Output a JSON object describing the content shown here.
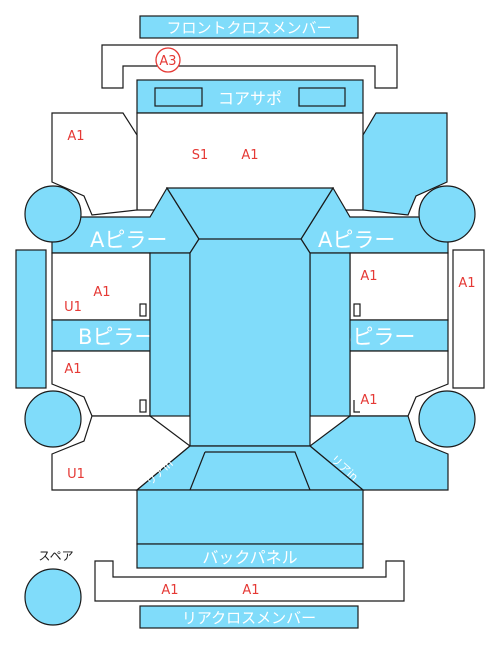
{
  "colors": {
    "part_fill": "#80dcfa",
    "stroke": "#1a1a1a",
    "damage_code": "#e53935",
    "part_label": "#ffffff"
  },
  "labels": {
    "front_cross_member": "フロントクロスメンバー",
    "core_support": "コアサポ",
    "a_pillar_left": "Aピラー",
    "a_pillar_right": "Aピラー",
    "b_pillar_left": "Bピラー",
    "b_pillar_right": "Bピラー",
    "back_panel": "バックパネル",
    "rear_cross_member": "リアクロスメンバー",
    "spare": "スペア",
    "rear_left_corner": "リアin",
    "rear_right_corner": "リアin"
  },
  "damage_codes": {
    "front_member": "A3",
    "front_left_fender": "A1",
    "hood_s": "S1",
    "hood_a": "A1",
    "right_side_panel": "A1",
    "left_front_door_u": "U1",
    "left_front_door_a": "A1",
    "right_front_door": "A1",
    "left_rear_door": "A1",
    "right_rear_door": "A1",
    "left_rear_quarter": "U1",
    "rear_member_left": "A1",
    "rear_member_right": "A1"
  }
}
